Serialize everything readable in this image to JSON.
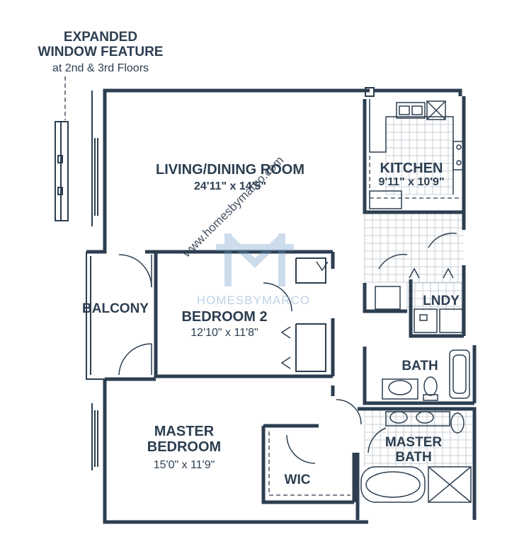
{
  "feature_note": {
    "line1": "EXPANDED",
    "line2": "WINDOW FEATURE",
    "line3": "at 2nd & 3rd Floors"
  },
  "rooms": {
    "living": {
      "name": "LIVING/DINING ROOM",
      "size": "24'11\" x 14'5\""
    },
    "kitchen": {
      "name": "KITCHEN",
      "size": "9'11\" x 10'9\""
    },
    "balcony": {
      "name": "BALCONY"
    },
    "bedroom2": {
      "name": "BEDROOM 2",
      "size": "12'10\" x 11'8\""
    },
    "laundry": {
      "name": "LNDY"
    },
    "bath": {
      "name": "BATH"
    },
    "master_bedroom": {
      "name_line1": "MASTER",
      "name_line2": "BEDROOM",
      "size": "15'0\" x 11'9\""
    },
    "master_bath": {
      "name_line1": "MASTER",
      "name_line2": "BATH"
    },
    "wic": {
      "name": "WIC"
    }
  },
  "watermark": {
    "brand": "HOMESBYMARCO",
    "url": "www.homesbymarco.com"
  },
  "colors": {
    "ink": "#2c3e50",
    "watermark": "#6e9cc5"
  }
}
